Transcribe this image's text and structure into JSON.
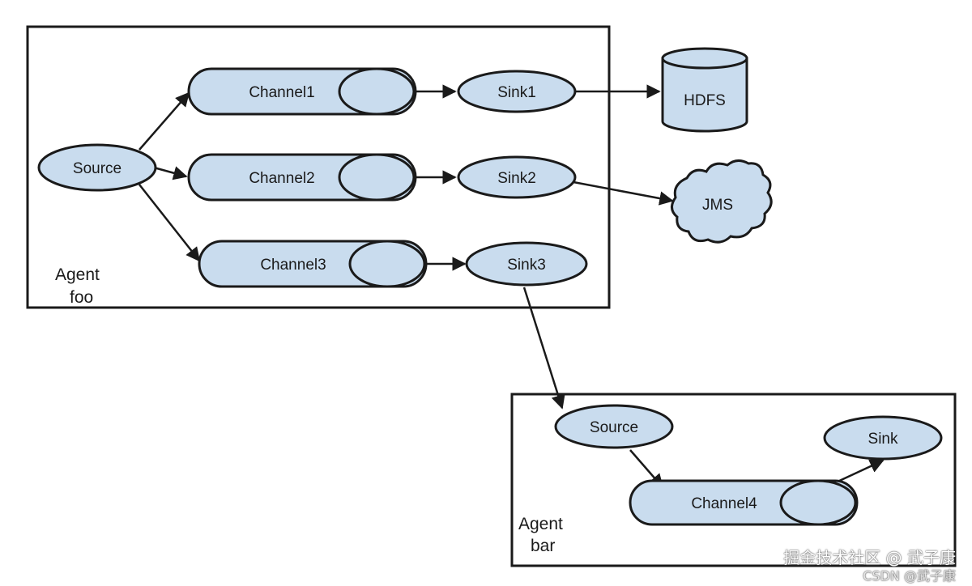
{
  "agents": {
    "foo": {
      "label_line1": "Agent",
      "label_line2": "foo"
    },
    "bar": {
      "label_line1": "Agent",
      "label_line2": "bar"
    }
  },
  "nodes": {
    "source_foo": "Source",
    "channel1": "Channel1",
    "channel2": "Channel2",
    "channel3": "Channel3",
    "sink1": "Sink1",
    "sink2": "Sink2",
    "sink3": "Sink3",
    "hdfs": "HDFS",
    "jms": "JMS",
    "source_bar": "Source",
    "channel4": "Channel4",
    "sink_bar": "Sink"
  },
  "watermark": {
    "line1": "掘金技术社区 @ 武子康",
    "line2": "CSDN @武子康"
  }
}
